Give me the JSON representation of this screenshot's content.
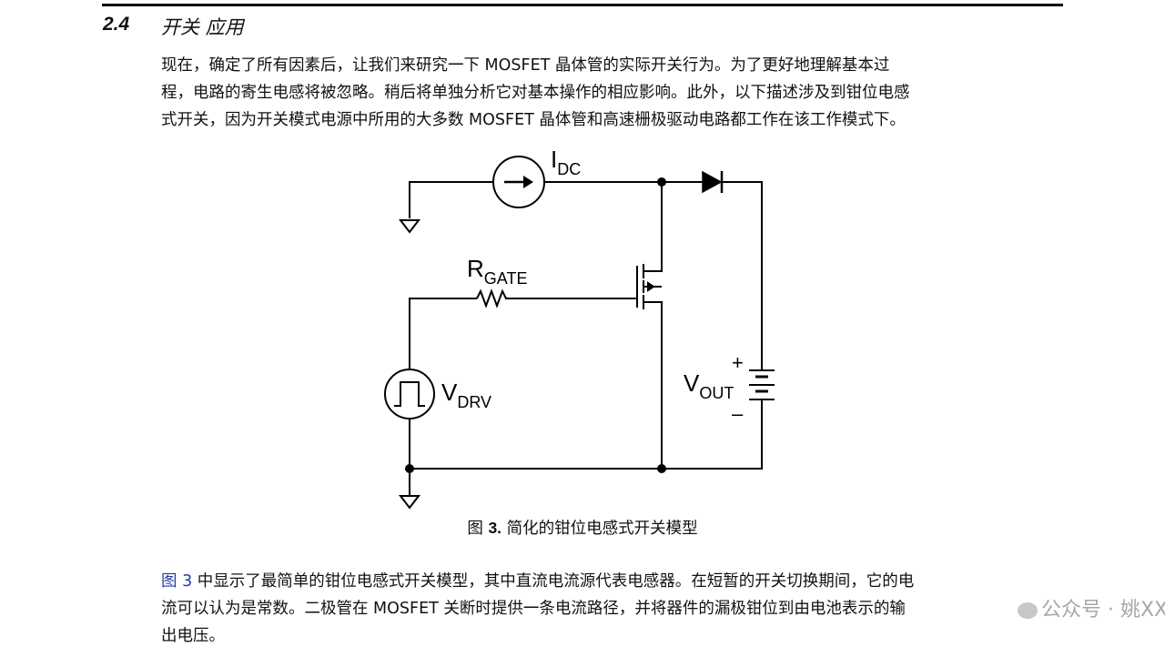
{
  "section": {
    "number": "2.4",
    "title": "开关 应用"
  },
  "intro_paragraph": {
    "lines": [
      "现在，确定了所有因素后，让我们来研究一下 MOSFET 晶体管的实际开关行为。为了更好地理解基本过",
      "程，电路的寄生电感将被忽略。稍后将单独分析它对基本操作的相应影响。此外，以下描述涉及到钳位电感",
      "式开关，因为开关模式电源中所用的大多数 MOSFET 晶体管和高速栅极驱动电路都工作在该工作模式下。"
    ]
  },
  "figure": {
    "labels": {
      "idc_main": "I",
      "idc_sub": "DC",
      "rgate_main": "R",
      "rgate_sub": "GATE",
      "vdrv_main": "V",
      "vdrv_sub": "DRV",
      "vout_main": "V",
      "vout_sub": "OUT",
      "plus": "+",
      "minus": "–"
    },
    "caption_prefix": "图 ",
    "caption_number": "3.",
    "caption_text": " 简化的钳位电感式开关模型"
  },
  "body_paragraph": {
    "fig_ref": "图 3",
    "line1_rest": " 中显示了最简单的钳位电感式开关模型，其中直流电流源代表电感器。在短暂的开关切换期间，它的电",
    "line2": "流可以认为是常数。二极管在 MOSFET 关断时提供一条电流路径，并将器件的漏极钳位到由电池表示的输",
    "line3": "出电压。"
  },
  "watermark": {
    "text": "公众号 · 姚XX"
  },
  "colors": {
    "text": "#111111",
    "link": "#1f3fa0",
    "rule": "#000000"
  }
}
